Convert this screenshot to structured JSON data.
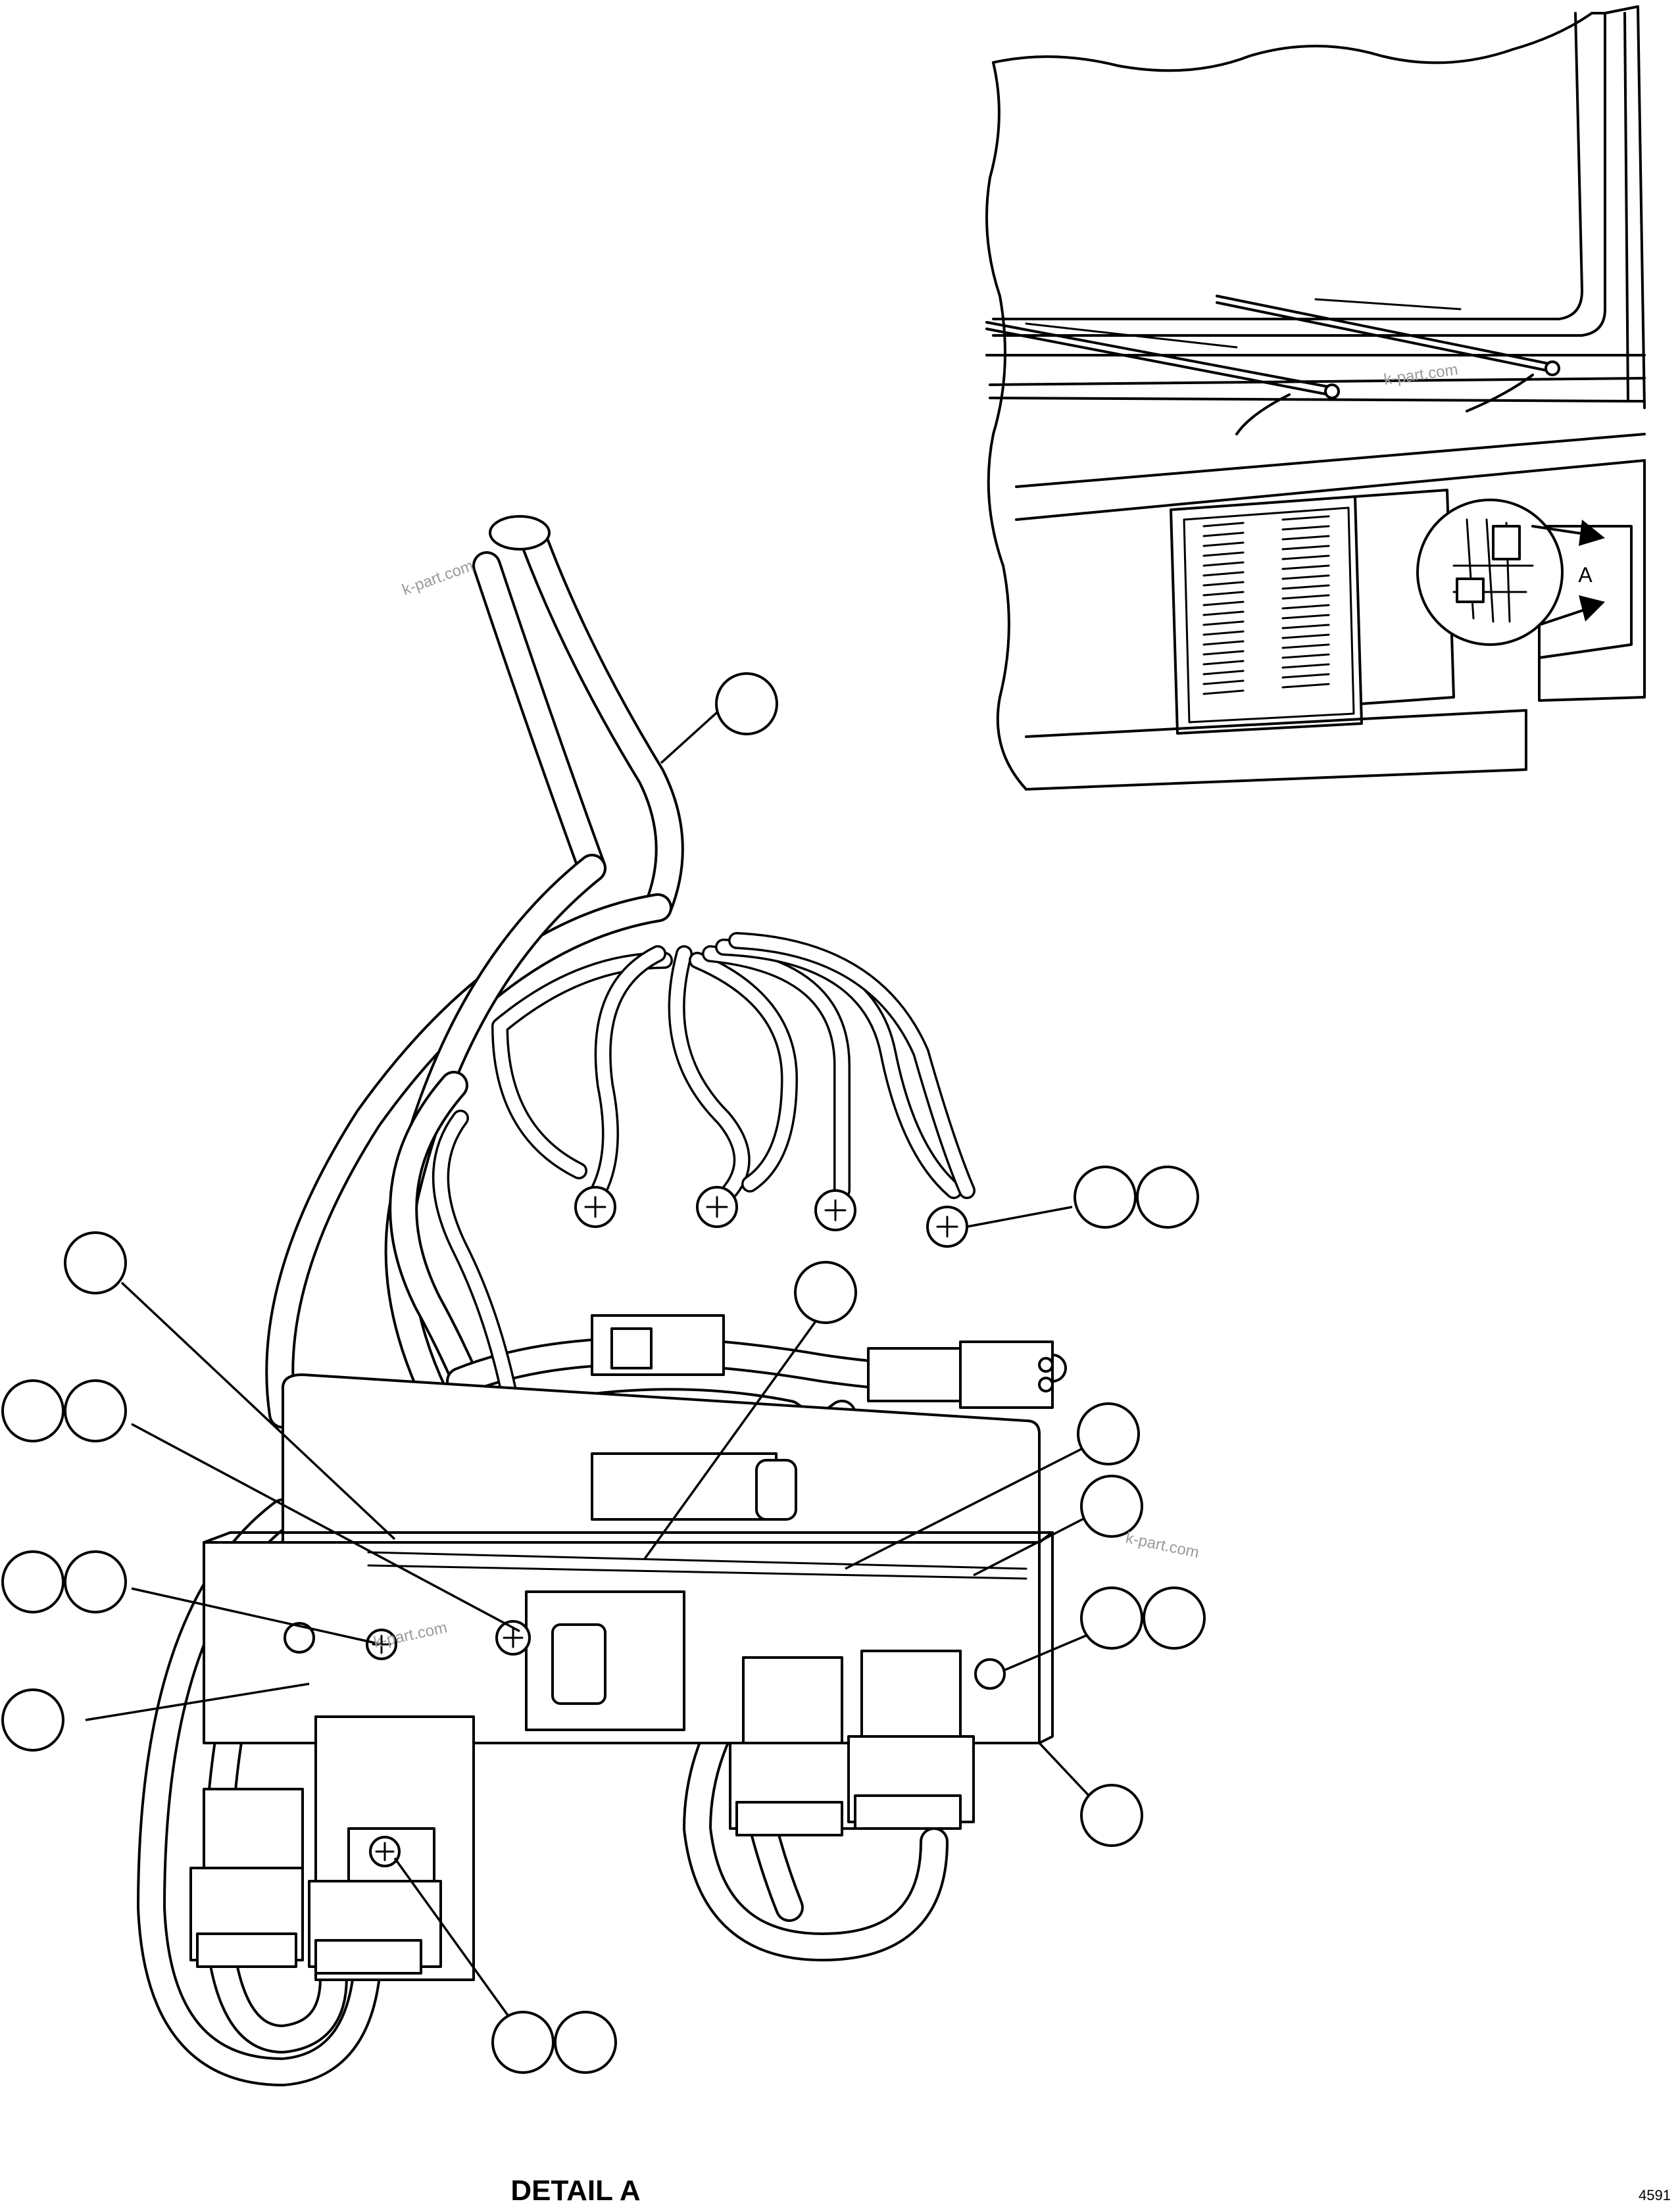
{
  "detail_inset": {
    "view_label": "A"
  },
  "caption": "DETAIL A",
  "drawing_number": "4591",
  "watermarks": [
    "k-part.com",
    "k-part.com",
    "k-part.com",
    "k-part.com"
  ],
  "callouts": [
    {
      "name": "callout-harness",
      "label": ""
    },
    {
      "name": "callout-terminal-screw-1",
      "label": ""
    },
    {
      "name": "callout-terminal-screw-2",
      "label": ""
    },
    {
      "name": "callout-cable-tie",
      "label": ""
    },
    {
      "name": "callout-left-upper",
      "label": ""
    },
    {
      "name": "callout-left-pair-1",
      "label": ""
    },
    {
      "name": "callout-left-pair-2",
      "label": ""
    },
    {
      "name": "callout-left-screw-1",
      "label": ""
    },
    {
      "name": "callout-left-screw-2",
      "label": ""
    },
    {
      "name": "callout-left-bracket",
      "label": ""
    },
    {
      "name": "callout-right-1",
      "label": ""
    },
    {
      "name": "callout-right-2",
      "label": ""
    },
    {
      "name": "callout-right-hole-1",
      "label": ""
    },
    {
      "name": "callout-right-hole-2",
      "label": ""
    },
    {
      "name": "callout-right-bracket",
      "label": ""
    },
    {
      "name": "callout-relay-screw-1",
      "label": ""
    },
    {
      "name": "callout-relay-screw-2",
      "label": ""
    }
  ],
  "colors": {
    "line": "#000000",
    "background": "#ffffff",
    "watermark": "#9a9a9a"
  }
}
